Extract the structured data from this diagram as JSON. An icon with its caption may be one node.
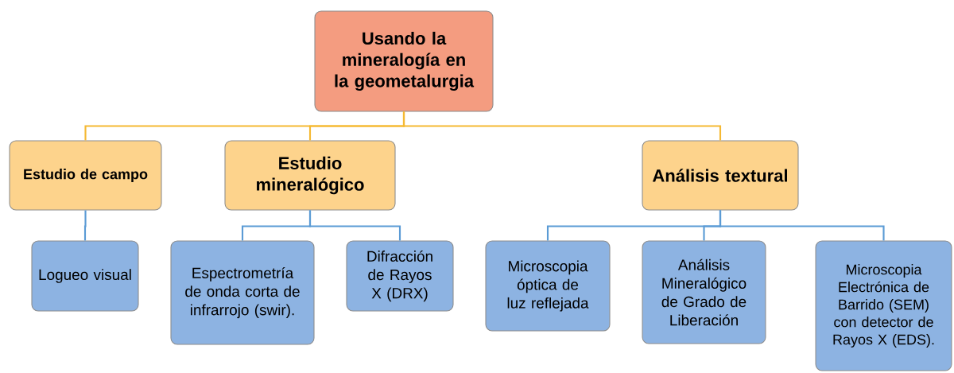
{
  "diagram": {
    "nodes": [
      {
        "text": [
          "Usando la mineralogía en la geometalurgia"
        ]
      },
      {
        "text": [
          "Estudio de campo"
        ]
      },
      {
        "text": [
          "Estudio mineralógico"
        ]
      },
      {
        "text": [
          "Análisis textural"
        ]
      },
      {
        "text": [
          "Logueo visual"
        ]
      },
      {
        "text": [
          "Espectrometría de onda corta de infrarrojo (swir)."
        ]
      },
      {
        "text": [
          "Difracción de Rayos X (DRX)"
        ]
      },
      {
        "text": [
          "Microscopia óptica de luz reflejada"
        ]
      },
      {
        "text": [
          "Análisis Mineralógico de Grado de Liberación"
        ]
      },
      {
        "text": [
          "Microscopia Electrónica de Barrido (SEM) con detector de Rayos X (EDS)."
        ]
      }
    ],
    "edges": [
      {
        "from": 0,
        "to": 1,
        "arrow": "none",
        "color": "#f5b933"
      },
      {
        "from": 0,
        "to": 2,
        "arrow": "none",
        "color": "#f5b933"
      },
      {
        "from": 0,
        "to": 3,
        "arrow": "none",
        "color": "#f5b933"
      },
      {
        "from": 1,
        "to": 4,
        "arrow": "none"
      },
      {
        "from": 2,
        "to": 5,
        "arrow": "none"
      },
      {
        "from": 2,
        "to": 6,
        "arrow": "none"
      },
      {
        "from": 3,
        "to": 7,
        "arrow": "none"
      },
      {
        "from": 3,
        "to": 8,
        "arrow": "none"
      },
      {
        "from": 3,
        "to": 9,
        "arrow": "none"
      }
    ]
  }
}
